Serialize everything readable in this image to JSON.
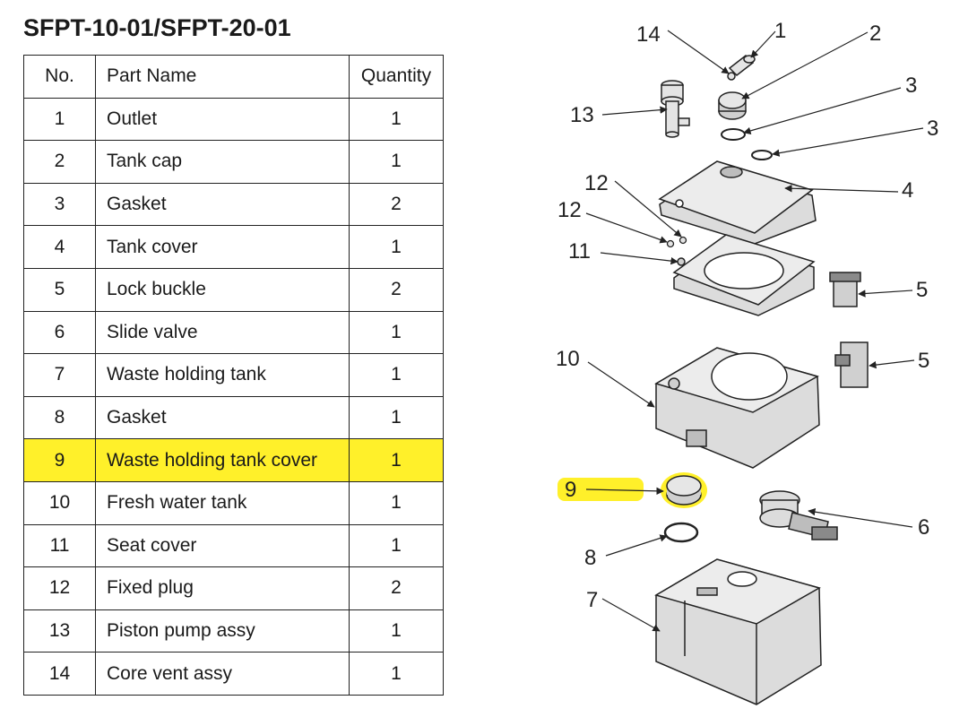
{
  "title": "SFPT-10-01/SFPT-20-01",
  "table": {
    "headers": {
      "no": "No.",
      "name": "Part Name",
      "qty": "Quantity"
    },
    "rows": [
      {
        "no": "1",
        "name": "Outlet",
        "qty": "1"
      },
      {
        "no": "2",
        "name": "Tank cap",
        "qty": "1"
      },
      {
        "no": "3",
        "name": "Gasket",
        "qty": "2"
      },
      {
        "no": "4",
        "name": "Tank cover",
        "qty": "1"
      },
      {
        "no": "5",
        "name": "Lock buckle",
        "qty": "2"
      },
      {
        "no": "6",
        "name": "Slide valve",
        "qty": "1"
      },
      {
        "no": "7",
        "name": "Waste holding tank",
        "qty": "1"
      },
      {
        "no": "8",
        "name": "Gasket",
        "qty": "1"
      },
      {
        "no": "9",
        "name": "Waste holding tank cover",
        "qty": "1",
        "highlighted": true
      },
      {
        "no": "10",
        "name": "Fresh water tank",
        "qty": "1"
      },
      {
        "no": "11",
        "name": "Seat cover",
        "qty": "1"
      },
      {
        "no": "12",
        "name": "Fixed plug",
        "qty": "2"
      },
      {
        "no": "13",
        "name": "Piston pump assy",
        "qty": "1"
      },
      {
        "no": "14",
        "name": "Core vent assy",
        "qty": "1"
      }
    ]
  },
  "diagram": {
    "callouts": {
      "c14": "14",
      "c1": "1",
      "c2": "2",
      "c3a": "3",
      "c13": "13",
      "c3b": "3",
      "c12a": "12",
      "c12b": "12",
      "c4": "4",
      "c11": "11",
      "c5a": "5",
      "c10": "10",
      "c5b": "5",
      "c9": "9",
      "c6": "6",
      "c8": "8",
      "c7": "7"
    }
  },
  "colors": {
    "highlight": "#fff02a",
    "ink": "#222222",
    "part_fill": "#e4e4e4"
  }
}
